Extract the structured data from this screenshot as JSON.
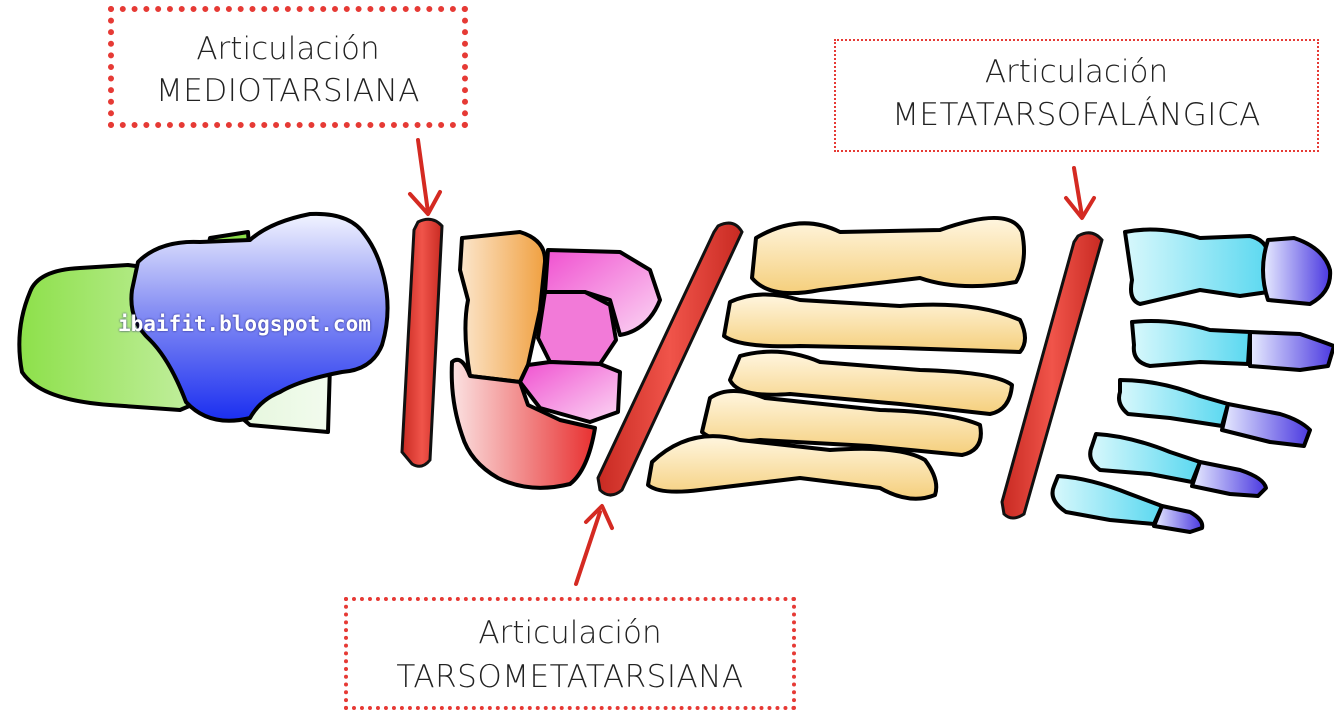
{
  "labels": {
    "mediotarsiana": {
      "line1": "Articulación",
      "line2": "MEDIOTARSIANA"
    },
    "metatarsofalangica": {
      "line1": "Articulación",
      "line2": "METATARSOFALÁNGICA"
    },
    "tarsometatarsiana": {
      "line1": "Articulación",
      "line2": "TARSOMETATARSIANA"
    }
  },
  "watermark": "ibaifit.blogspot.com",
  "colors": {
    "joint_bar": "#e8473f",
    "label_border": "#e63a35",
    "arrow": "#d42a22",
    "talus_calcaneus": "#3f4df0",
    "calcaneus_green": "#8de04a",
    "cuboid_navicular_orange": "#f4b060",
    "cuneiform_pink": "#f06cd2",
    "calcaneal_red": "#ea4a4a",
    "metatarsal": "#f6d690",
    "phalanx_proximal": "#6fe6f4",
    "phalanx_distal": "#5a47e8"
  }
}
